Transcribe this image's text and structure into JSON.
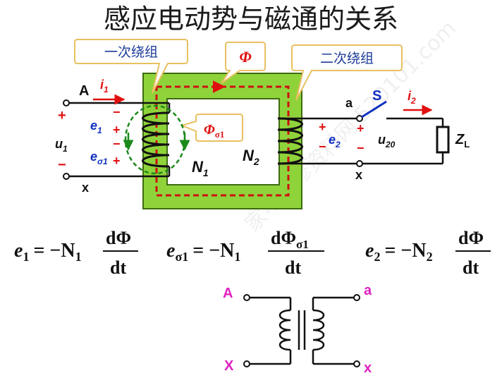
{
  "title": "感应电动势与磁通的关系",
  "callouts": {
    "primary_winding": "一次绕组",
    "secondary_winding": "二次绕组",
    "main_flux": "Φ",
    "leakage_flux": "Φ",
    "leakage_flux_sub": "σ1"
  },
  "labels": {
    "A": "A",
    "x": "x",
    "a": "a",
    "x2": "x",
    "i1": "i",
    "i1_sub": "1",
    "i2": "i",
    "i2_sub": "2",
    "u1": "u",
    "u1_sub": "1",
    "e1": "e",
    "e1_sub": "1",
    "es1": "e",
    "es1_sub": "σ1",
    "e2": "e",
    "e2_sub": "2",
    "u20": "u",
    "u20_sub": "20",
    "N1": "N",
    "N1_sub": "1",
    "N2": "N",
    "N2_sub": "2",
    "S": "S",
    "ZL": "Z",
    "ZL_sub": "L",
    "plus": "+",
    "minus": "−"
  },
  "equations": {
    "eq1": {
      "lhs": "e",
      "lhs_sub": "1",
      "rhs": "= −N",
      "rhs_sub": "1",
      "num": "dΦ",
      "den": "dt"
    },
    "eq2": {
      "lhs": "e",
      "lhs_sub": "σ1",
      "rhs": "= −N",
      "rhs_sub": "1",
      "num": "dΦ",
      "num_sub": "σ1",
      "den": "dt"
    },
    "eq3": {
      "lhs": "e",
      "lhs_sub": "2",
      "rhs": "= −N",
      "rhs_sub": "2",
      "num": "dΦ",
      "den": "dt"
    }
  },
  "symbol_labels": {
    "A": "A",
    "X": "X",
    "a": "a",
    "x": "x"
  },
  "watermark": "家电维修资料网 520101.com",
  "colors": {
    "core_fill": "#8fd33a",
    "core_stroke": "#3d6b10",
    "flux_dash": "#cc1111",
    "callout_border": "#e8c060",
    "callout_text": "#1e3c9a",
    "red_text": "#e01010",
    "blue_text": "#1030c0",
    "green_flux": "#1a8a1a",
    "magenta_text": "#e020c0"
  }
}
